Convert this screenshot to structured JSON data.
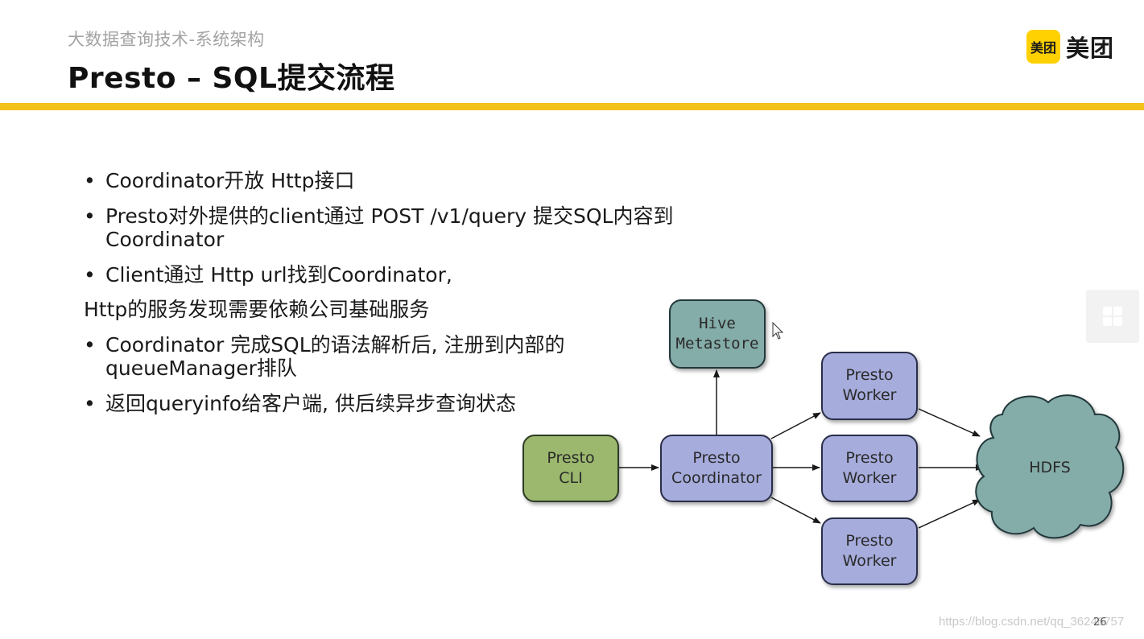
{
  "header": {
    "subtitle": "大数据查询技术-系统架构",
    "title": "Presto – SQL提交流程"
  },
  "logo": {
    "box_text": "美团",
    "text": "美团",
    "color": "#ffd100"
  },
  "accent_color": "#f3c21b",
  "bullets": {
    "marker": "•",
    "item1": "Coordinator开放 Http接口",
    "item2_line1": "Presto对外提供的client通过 POST /v1/query 提交SQL内容到",
    "item2_line2": "Coordinator",
    "item3": "Client通过 Http url找到Coordinator,",
    "item3_cont": "Http的服务发现需要依赖公司基础服务",
    "item4_line1": "Coordinator 完成SQL的语法解析后, 注册到内部的",
    "item4_line2": "queueManager排队",
    "item5": "返回queryinfo给客户端, 供后续异步查询状态"
  },
  "diagram": {
    "cli": {
      "line1": "Presto",
      "line2": "CLI",
      "color": "#9bb86e"
    },
    "coordinator": {
      "line1": "Presto",
      "line2": "Coordinator",
      "color": "#a6acdc"
    },
    "hive": {
      "line1": "Hive",
      "line2": "Metastore",
      "color": "#84aca8"
    },
    "worker1": {
      "line1": "Presto",
      "line2": "Worker"
    },
    "worker2": {
      "line1": "Presto",
      "line2": "Worker"
    },
    "worker3": {
      "line1": "Presto",
      "line2": "Worker"
    },
    "worker_color": "#a6acdc",
    "hdfs": {
      "label": "HDFS",
      "color": "#84aca8"
    }
  },
  "footer": {
    "page_number": "26",
    "watermark": "https://blog.csdn.net/qq_36246757"
  },
  "icons": {
    "cursor": "mouse-cursor-icon",
    "side_widget": "grid-layout-icon"
  }
}
